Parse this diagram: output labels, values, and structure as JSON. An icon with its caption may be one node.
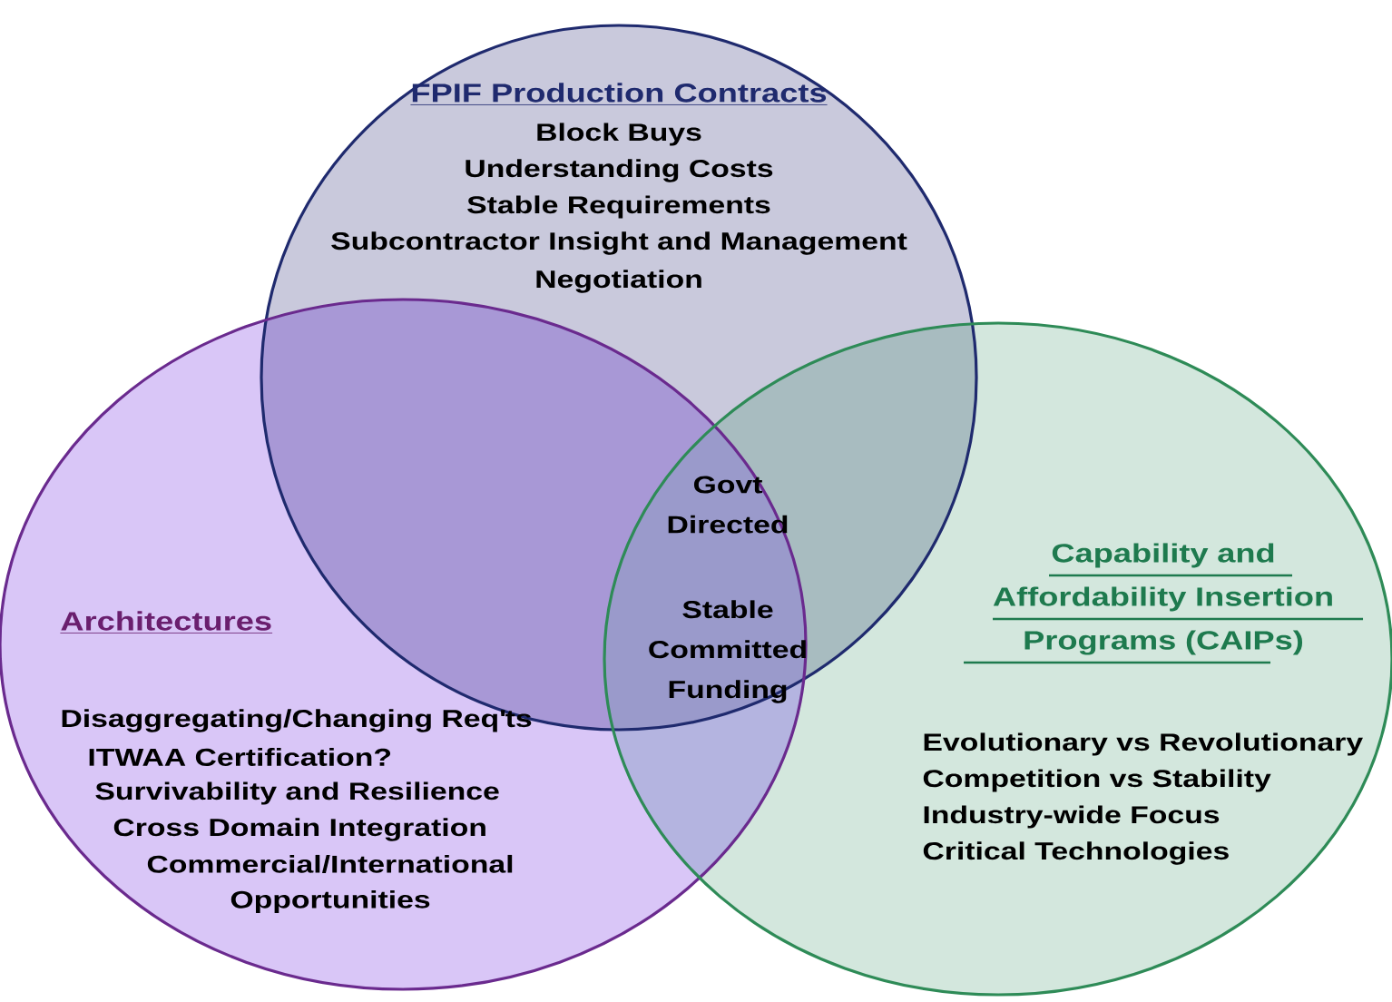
{
  "diagram": {
    "nodes": [
      {
        "text": [
          "FPIF Production Contracts",
          "Block Buys",
          "Understanding Costs",
          "Stable Requirements",
          "Subcontractor Insight and Management",
          "Negotiation"
        ]
      },
      {
        "text": [
          "Architectures",
          "Disaggregating/Changing Req'ts",
          "ITWAA Certification?",
          "Survivability and Resilience",
          "Cross Domain Integration",
          "Commercial/International Opportunities"
        ]
      },
      {
        "text": [
          "Capability and Affordability Insertion Programs (CAIPs)",
          "Evolutionary vs Revolutionary",
          "Competition vs Stability",
          "Industry-wide Focus",
          "Critical Technologies"
        ]
      }
    ],
    "labels": [
      "Govt Directed",
      "Stable Committed Funding"
    ]
  }
}
